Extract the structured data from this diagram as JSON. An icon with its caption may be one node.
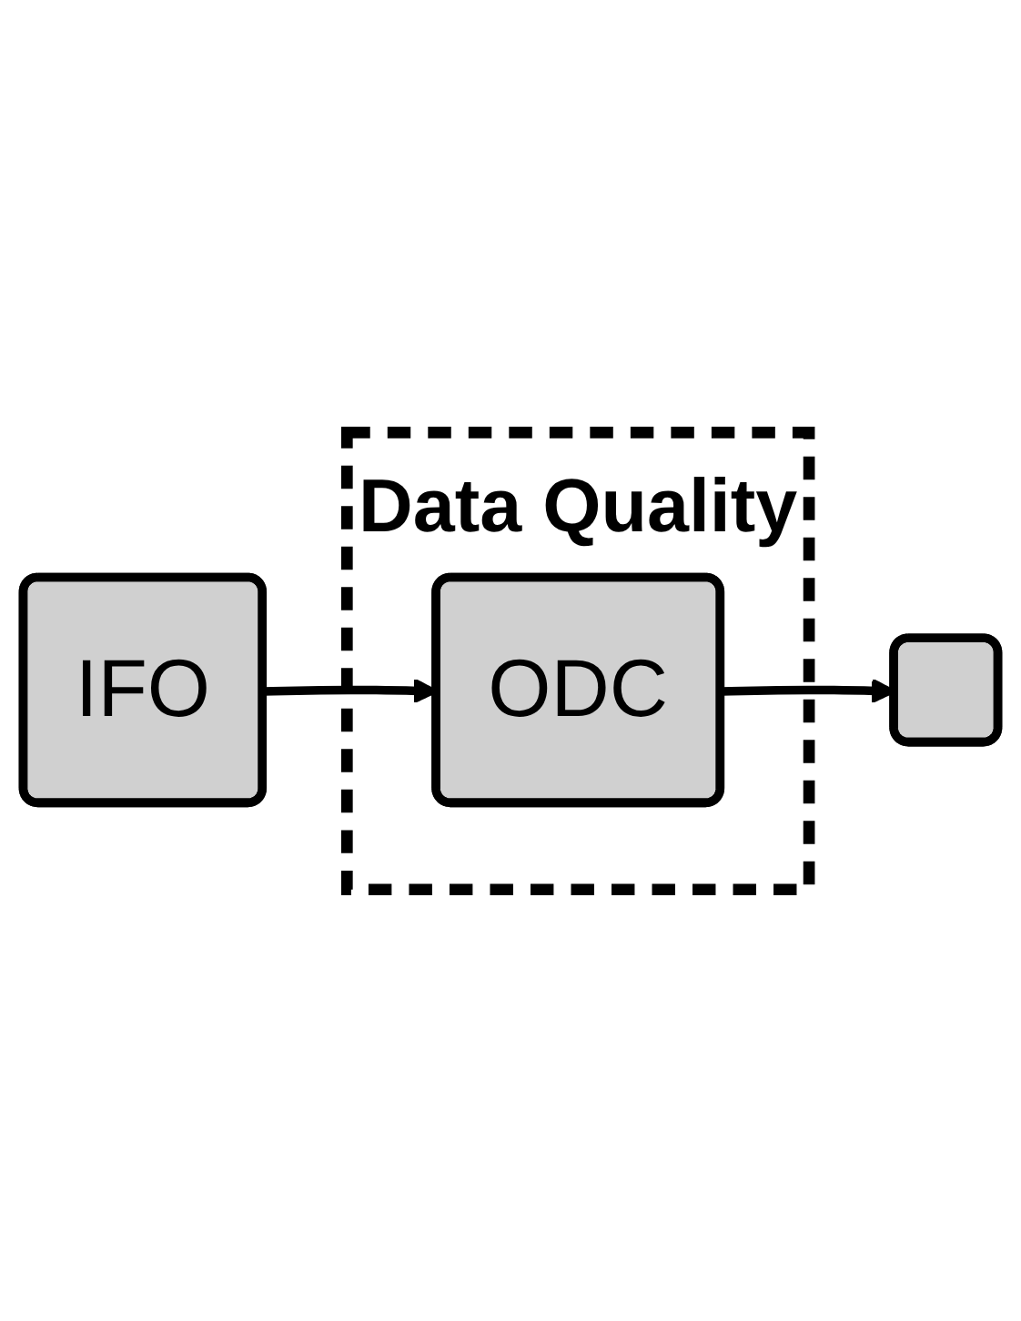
{
  "diagram": {
    "nodes": [
      {
        "text": [
          "IFO"
        ]
      },
      {
        "text": [
          "Data Quality"
        ]
      },
      {
        "text": [
          "ODC"
        ],
        "in": 1
      },
      {
        "text": [],
        "shape": "box"
      }
    ],
    "edges": [
      {
        "from": 0,
        "to": 2,
        "arrow": "to"
      },
      {
        "from": 2,
        "to": 3,
        "arrow": "to"
      }
    ]
  }
}
